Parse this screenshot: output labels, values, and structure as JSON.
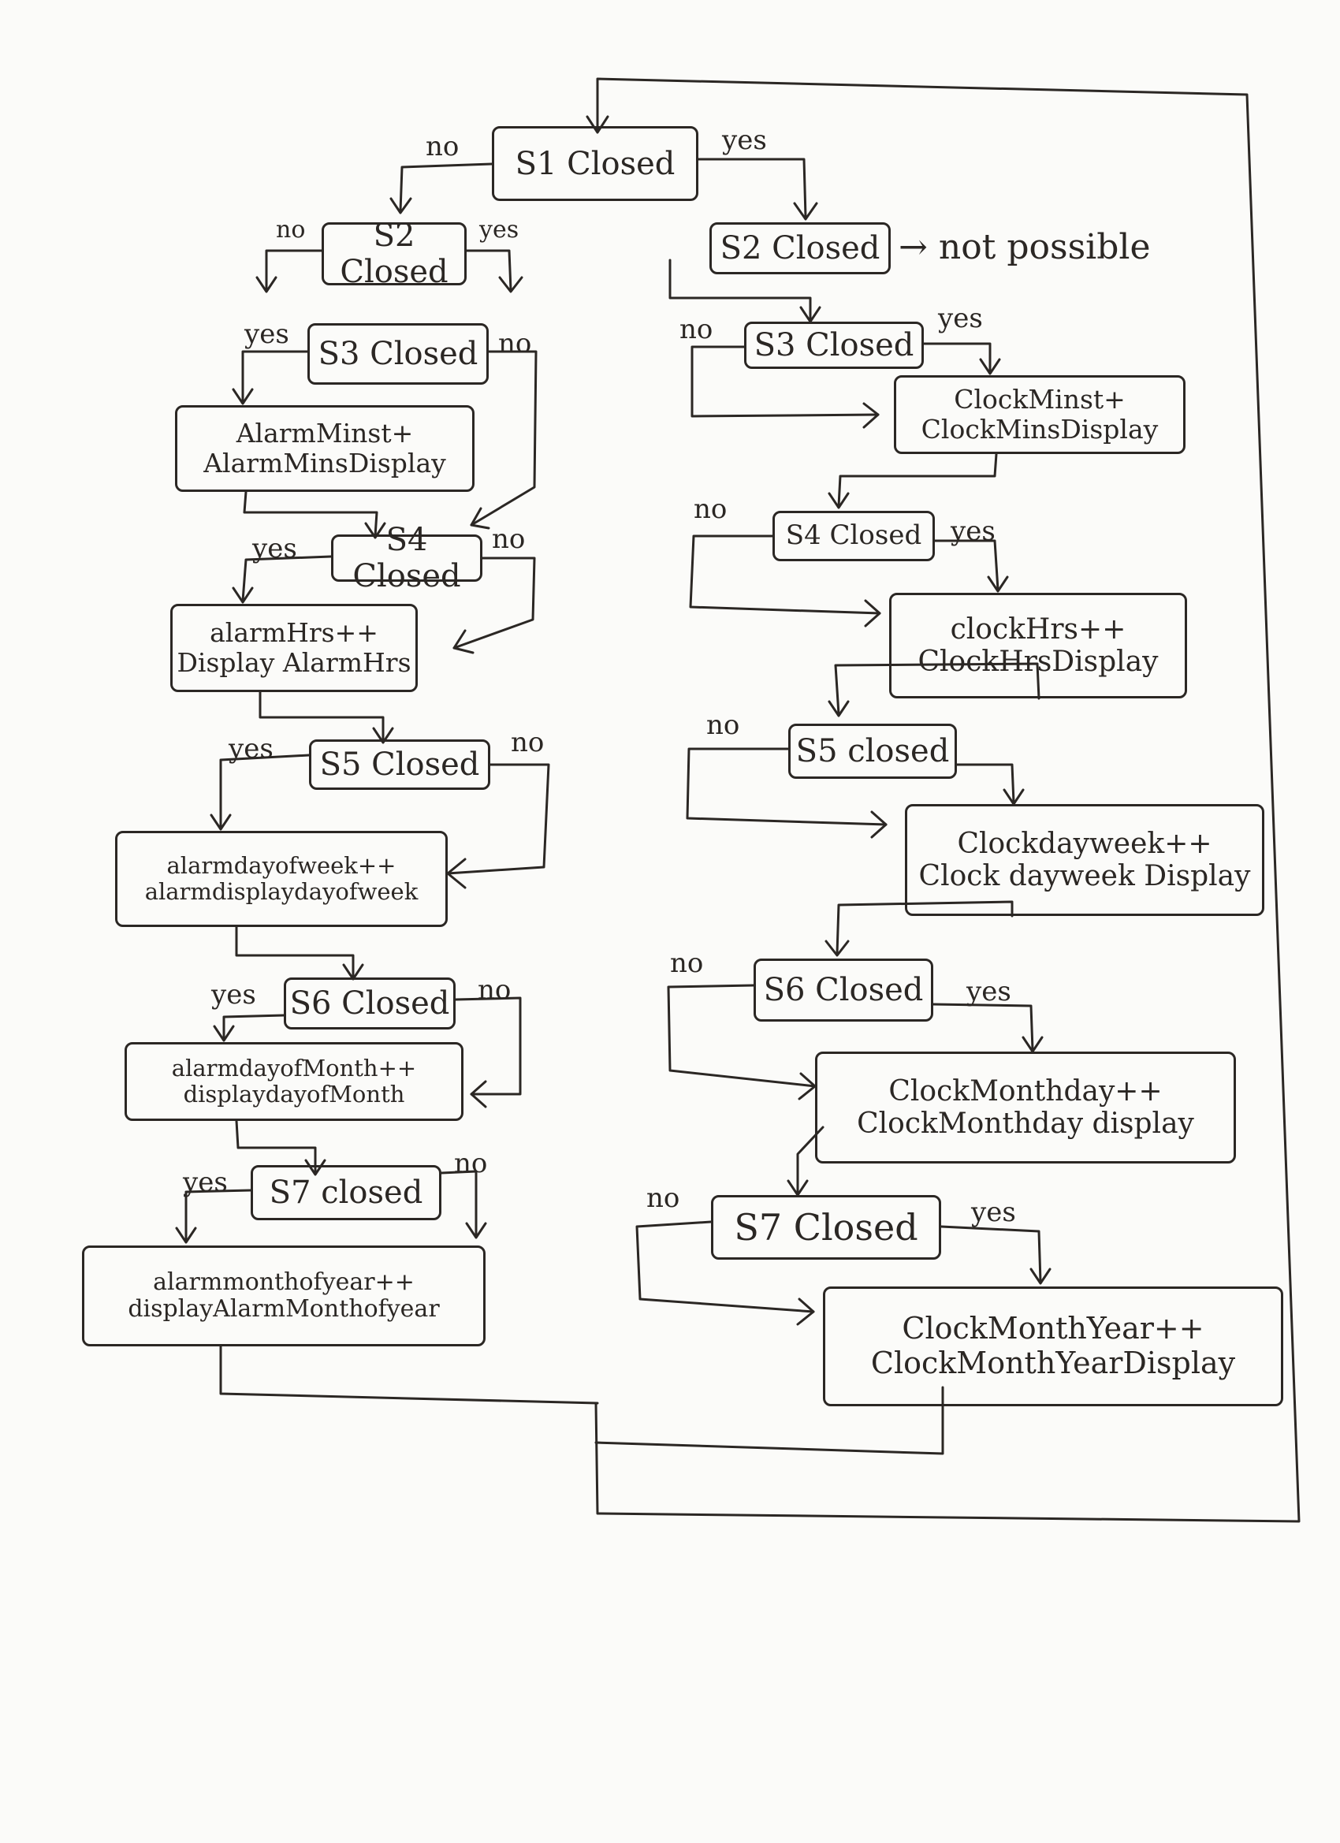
{
  "flowchart": {
    "root": "S1 Closed",
    "alarm_branch": {
      "s2": "S2 Closed",
      "s3": "S3 Closed",
      "s3_action": [
        "AlarmMinst+",
        "AlarmMinsDisplay"
      ],
      "s4": "S4 Closed",
      "s4_action": [
        "alarmHrs++",
        "Display AlarmHrs"
      ],
      "s5": "S5 Closed",
      "s5_action": [
        "alarmdayofweek++",
        "alarmdisplaydayofweek"
      ],
      "s6": "S6 Closed",
      "s6_action": [
        "alarmdayofMonth++",
        "displaydayofMonth"
      ],
      "s7": "S7 closed",
      "s7_action": [
        "alarmmonthofyear++",
        "displayAlarmMonthofyear"
      ]
    },
    "clock_branch": {
      "s2": "S2 Closed",
      "not_possible": "→ not possible",
      "s3": "S3 Closed",
      "s3_action": [
        "ClockMinst+",
        "ClockMinsDisplay"
      ],
      "s4": "S4 Closed",
      "s4_action": [
        "clockHrs++",
        "ClockHrsDisplay"
      ],
      "s5": "S5 closed",
      "s5_action": [
        "Clockdayweek++",
        "Clock dayweek Display"
      ],
      "s6": "S6 Closed",
      "s6_action": [
        "ClockMonthday++",
        "ClockMonthday display"
      ],
      "s7": "S7 Closed",
      "s7_action": [
        "ClockMonthYear++",
        "ClockMonthYearDisplay"
      ]
    },
    "labels": {
      "yes": "yes",
      "no": "no"
    }
  }
}
